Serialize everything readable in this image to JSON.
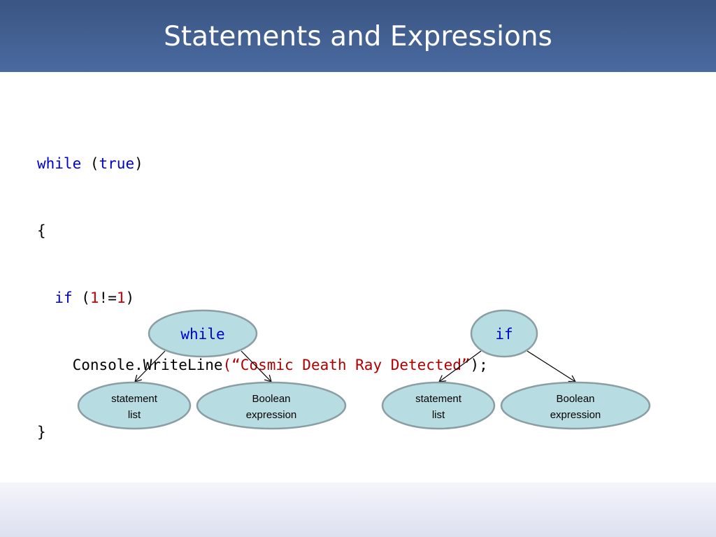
{
  "slide": {
    "title": "Statements and Expressions"
  },
  "code": {
    "line1": {
      "kw_while": "while",
      "paren_open": " (",
      "kw_true": "true",
      "paren_close": ")"
    },
    "line2": {
      "brace_open": "{"
    },
    "line3": {
      "indent": "  ",
      "kw_if": "if",
      "paren_open": " (",
      "num1": "1",
      "op": "!=",
      "num2": "1",
      "paren_close": ")"
    },
    "line4": {
      "indent": "    ",
      "method": "Console.WriteLine",
      "string": "(“Cosmic Death Ray Detected”",
      "end": ");"
    },
    "line5": {
      "brace_close": "}"
    }
  },
  "diagram": {
    "while_tree": {
      "root": "while",
      "left_line1": "statement",
      "left_line2": "list",
      "right_line1": "Boolean",
      "right_line2": "expression"
    },
    "if_tree": {
      "root": "if",
      "left_line1": "statement",
      "left_line2": "list",
      "right_line1": "Boolean",
      "right_line2": "expression"
    }
  },
  "colors": {
    "title_bar": "#3f5b8c",
    "keyword": "#0000cc",
    "literal": "#cc0000",
    "node_fill": "#b7dde2",
    "node_stroke": "#8a9ea3"
  }
}
